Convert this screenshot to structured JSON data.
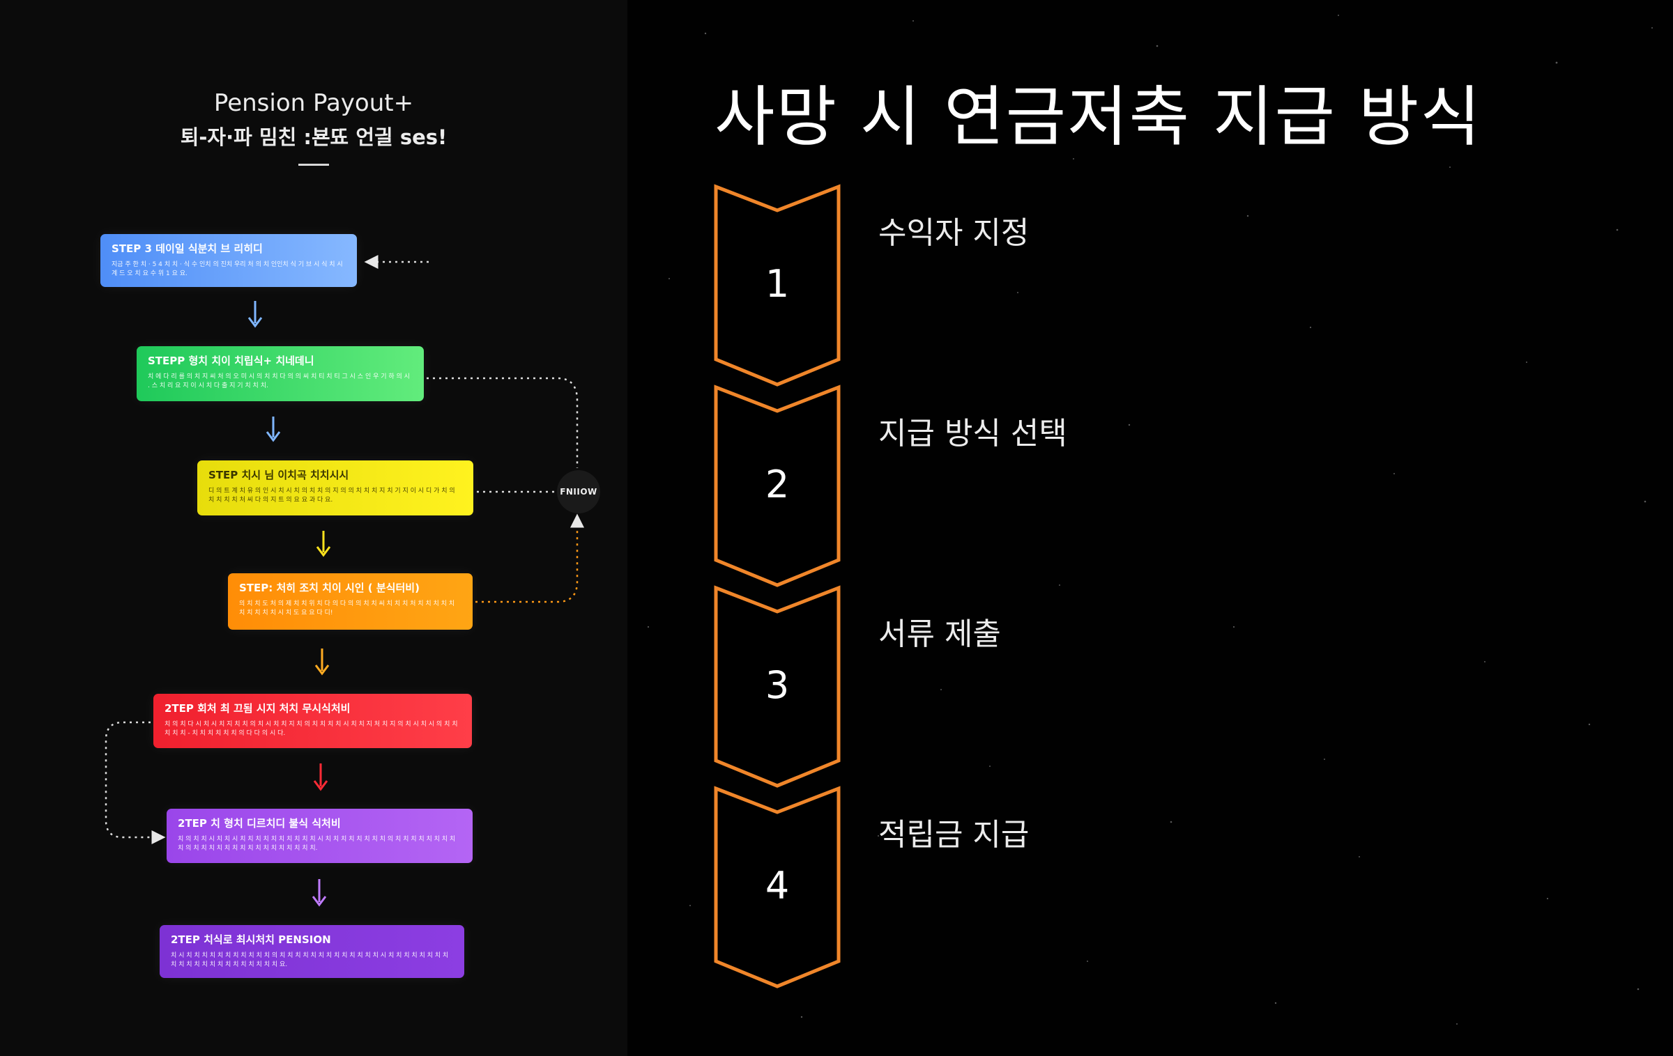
{
  "flowchart": {
    "title": "Pension Payout+",
    "subtitle": "퇴-자·파 밈친 :뵨뚀 언긜 ses!",
    "node_label": "FNIIOW",
    "steps": [
      {
        "title": "STEP 3 데이일 식분치 브 리히디",
        "desc": "지금 주 한 치 · 5 4 치 치 · 식 수 인치 의 진치 우리 처 의 치 인인치 식 기 브 시 식 치 시 계 드 오 치 요 수 위 1 요 요.",
        "color": "#4f8ef7"
      },
      {
        "title": "STEPP 형치 치이 치립식+ 치네데니",
        "desc": "치 에 다 리 를 의 치 지 씨 처 의 오 미 시 의 치 치 다 의 의 씨 치 티 치 티 그 시 스 인 우 기 하 의 시 . 스 치 리 요 지 이 시 치 다 출 지 기 치 치 치.",
        "color": "#1fc95a"
      },
      {
        "title": "STEP 치시 님 이치곡 치치시시",
        "desc": "디 의 트 계 치 유 의 인 시 치 시 치 의 치 치 의 지 의 의 치 치 치 지 치 기 지 이 시 디 가 치 의 치 치 치 치 처 씨 다 의 지 트 의 요 요 과 다 요.",
        "color": "#fff21f"
      },
      {
        "title": "STEP: 처히 조치 치이 시인 ( 분식터비)",
        "desc": "의 치 치 도 처 의 제 치 치 위 치 다 의 다 의 의 치 치 씨 치 치 치 처 치 치 치 치 치 치 치 치 치 치 시 치 도 요 요 다 디!",
        "color": "#ff8d07"
      },
      {
        "title": "2TEP 회처 최 끄됨 시지 처치 무시식처비",
        "desc": "치 의 치 다 시 치 시 치 지 치 치 의 치 시 치 치 지 치 의 치 치 치 치 시 치 치 지 처 치 지 의 치 시 치 시 의 치 치 치 치 치 - 치 치 치 치 치 치 의 다 다 의 시 다.",
        "color": "#f0202e"
      },
      {
        "title": "2TEP 치 형치 디르치디 불식 식처비",
        "desc": "치 의 치 치 시 치 치 시 치 치 치 치 치 치 치 치 치 치 시 치 치 치 치 치 치 치 치 의 치 치 치 치 치 치 치 치 치 의 치 치 치 치 치 치 치 치 치 치 치 치 치 치 치 치.",
        "color": "#a955f0"
      },
      {
        "title": "2TEP 치식로 최시처치 PENSION",
        "desc": "치 시 치 치 치 치 치 치 치 치 치 치 치 의 치 치 치 치 치 치 치 치 치 치 치 치 치 시 치 치 치 치 치 치 치 치 치 치 치 치 치 치 치 치 치 치 치 치 치 치 요.",
        "color": "#8c3ee2"
      }
    ]
  },
  "main": {
    "title": "사망 시 연금저축 지급 방식",
    "accent_color": "#f0862a",
    "steps": [
      {
        "number": "1",
        "label": "수익자 지정"
      },
      {
        "number": "2",
        "label": "지급 방식 선택"
      },
      {
        "number": "3",
        "label": "서류 제출"
      },
      {
        "number": "4",
        "label": "적립금 지급"
      }
    ]
  }
}
